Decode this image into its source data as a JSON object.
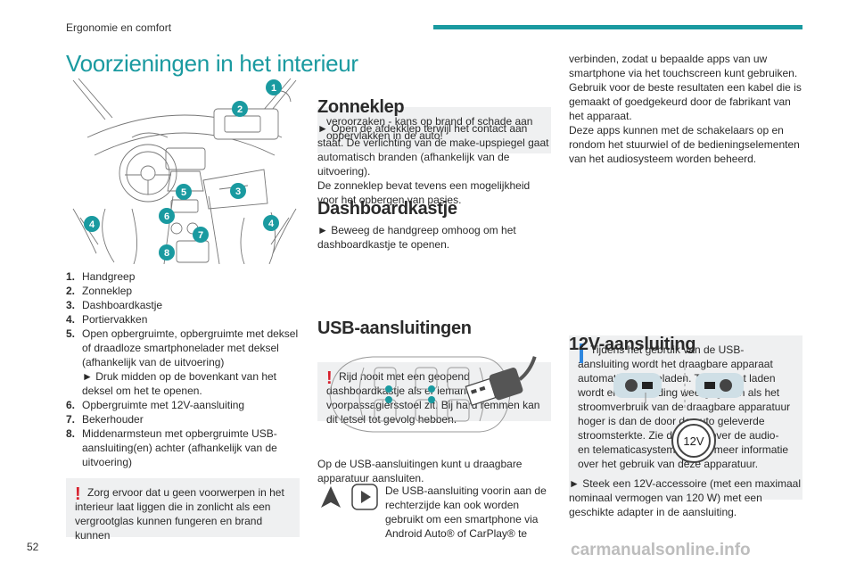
{
  "header": {
    "section": "Ergonomie en comfort"
  },
  "title": "Voorzieningen in het interieur",
  "page_number": "52",
  "footer_watermark": "carmanualsonline.info",
  "callouts": [
    "1",
    "2",
    "3",
    "4",
    "5",
    "6",
    "7",
    "8"
  ],
  "items": [
    {
      "num": "1.",
      "text": "Handgreep"
    },
    {
      "num": "2.",
      "text": "Zonneklep"
    },
    {
      "num": "3.",
      "text": "Dashboardkastje"
    },
    {
      "num": "4.",
      "text": "Portiervakken"
    },
    {
      "num": "5.",
      "text": "Open opbergruimte, opbergruimte met deksel of draadloze smartphonelader met deksel (afhankelijk van de uitvoering)",
      "sub": "► Druk midden op de bovenkant van het deksel om het te openen."
    },
    {
      "num": "6.",
      "text": "Opbergruimte met 12V-aansluiting"
    },
    {
      "num": "7.",
      "text": "Bekerhouder"
    },
    {
      "num": "8.",
      "text": "Middenarmsteun met opbergruimte USB-aansluiting(en) achter (afhankelijk van de uitvoering)"
    }
  ],
  "warning1": "Zorg ervoor dat u geen voorwerpen in het interieur laat liggen die in zonlicht als een vergrootglas kunnen fungeren en brand kunnen",
  "warning1_cont": "veroorzaken - kans op brand of schade aan oppervlakken in de auto!",
  "zonneklep": {
    "heading": "Zonneklep",
    "p1": "► Open de afdekklep terwijl het contact aan staat. De verlichting van de make-upspiegel gaat automatisch branden (afhankelijk van de uitvoering).",
    "p2": "De zonneklep bevat tevens een mogelijkheid voor het opbergen van pasjes."
  },
  "dashboardkastje": {
    "heading": "Dashboardkastje",
    "p1": "► Beweeg de handgreep omhoog om het dashboardkastje te openen.",
    "warning": "Rijd nooit met een geopend dashboardkastje als er iemand op de voorpassagiersstoel zit. Bij hard remmen kan dit letsel tot gevolg hebben."
  },
  "usb": {
    "heading": "USB-aansluitingen",
    "p1": "Op de USB-aansluitingen kunt u draagbare apparatuur aansluiten.",
    "p2": "De USB-aansluiting voorin aan de rechterzijde kan ook worden gebruikt om een smartphone via Android Auto® of CarPlay® te",
    "p3": "verbinden, zodat u bepaalde apps van uw smartphone via het touchscreen kunt gebruiken.",
    "p4": "Gebruik voor de beste resultaten een kabel die is gemaakt of goedgekeurd door de fabrikant van het apparaat.",
    "p5": "Deze apps kunnen met de schakelaars op en rondom het stuurwiel of de bedieningselementen van het audiosysteem worden beheerd.",
    "info": "Tijdens het gebruik van de USB-aansluiting wordt het draagbare apparaat automatisch opgeladen. Tijdens het laden wordt er een melding weergegeven als het stroomverbruik van de draagbare apparatuur hoger is dan de door de auto geleverde stroomsterkte. Zie de delen over de audio- en telematicasystemen voor meer informatie over het gebruik van deze apparatuur."
  },
  "aansluiting12v": {
    "heading": "12V-aansluiting",
    "socket_label": "12V",
    "p1": "► Steek een 12V-accessoire (met een maximaal nominaal vermogen van 120 W) met een geschikte adapter in de aansluiting."
  },
  "colors": {
    "accent": "#1a9aa0",
    "warning": "#d71f2c",
    "callout": "#1a9aa0",
    "box": "#eff0f1",
    "info": "#2e86de"
  }
}
